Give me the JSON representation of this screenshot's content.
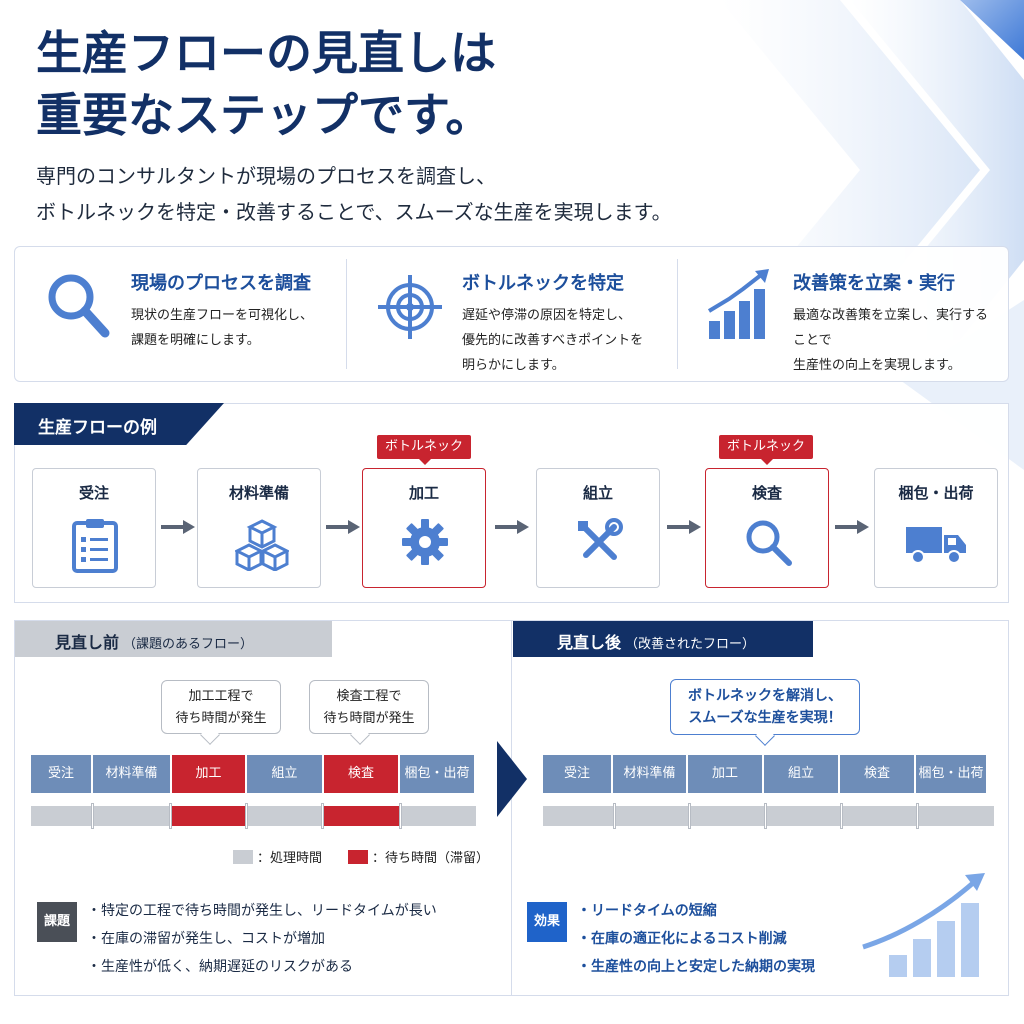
{
  "headline": {
    "line1": "生産フローの見直しは",
    "line2": "重要なステップです。"
  },
  "intro": {
    "line1": "専門のコンサルタントが現場のプロセスを調査し、",
    "line2": "ボトルネックを特定・改善することで、スムーズな生産を実現します。"
  },
  "features": [
    {
      "icon": "magnifier-icon",
      "title": "現場のプロセスを調査",
      "lines": [
        "現状の生産フローを可視化し、",
        "課題を明確にします。"
      ]
    },
    {
      "icon": "target-icon",
      "title": "ボトルネックを特定",
      "lines": [
        "遅延や停滞の原因を特定し、",
        "優先的に改善すべきポイントを",
        "明らかにします。"
      ]
    },
    {
      "icon": "growth-chart-icon",
      "title": "改善策を立案・実行",
      "lines": [
        "最適な改善策を立案し、実行することで",
        "生産性の向上を実現します。"
      ]
    }
  ],
  "flow": {
    "tab_label": "生産フローの例",
    "bottleneck_label": "ボトルネック",
    "steps": [
      {
        "label": "受注",
        "icon": "clipboard-icon",
        "bottleneck": false
      },
      {
        "label": "材料準備",
        "icon": "boxes-icon",
        "bottleneck": false
      },
      {
        "label": "加工",
        "icon": "gear-icon",
        "bottleneck": true
      },
      {
        "label": "組立",
        "icon": "tools-icon",
        "bottleneck": false
      },
      {
        "label": "検査",
        "icon": "magnifier-icon",
        "bottleneck": true
      },
      {
        "label": "梱包・出荷",
        "icon": "truck-icon",
        "bottleneck": false
      }
    ]
  },
  "before": {
    "tab_label": "見直し前",
    "tab_sub": "（課題のあるフロー）",
    "bubble1": {
      "line1": "加工工程で",
      "line2": "待ち時間が発生"
    },
    "bubble2": {
      "line1": "検査工程で",
      "line2": "待ち時間が発生"
    },
    "steps": [
      "受注",
      "材料準備",
      "加工",
      "組立",
      "検査",
      "梱包・出荷"
    ],
    "legend_process": "：処理時間",
    "legend_wait": "：待ち時間（滞留）",
    "issue_badge": "課題",
    "issues": [
      "・特定の工程で待ち時間が発生し、リードタイムが長い",
      "・在庫の滞留が発生し、コストが増加",
      "・生産性が低く、納期遅延のリスクがある"
    ]
  },
  "after": {
    "tab_label": "見直し後",
    "tab_sub": "（改善されたフロー）",
    "bubble": {
      "line1": "ボトルネックを解消し、",
      "line2": "スムーズな生産を実現！"
    },
    "steps": [
      "受注",
      "材料準備",
      "加工",
      "組立",
      "検査",
      "梱包・出荷"
    ],
    "effect_badge": "効果",
    "effects": [
      "・リードタイムの短縮",
      "・在庫の適正化によるコスト削減",
      "・生産性の向上と安定した納期の実現"
    ]
  },
  "colors": {
    "navy": "#123066",
    "accent_blue": "#4d7fd0",
    "bottleneck_red": "#c8242f",
    "bar_blue": "#6e8db8",
    "gray": "#c9cdd3"
  }
}
